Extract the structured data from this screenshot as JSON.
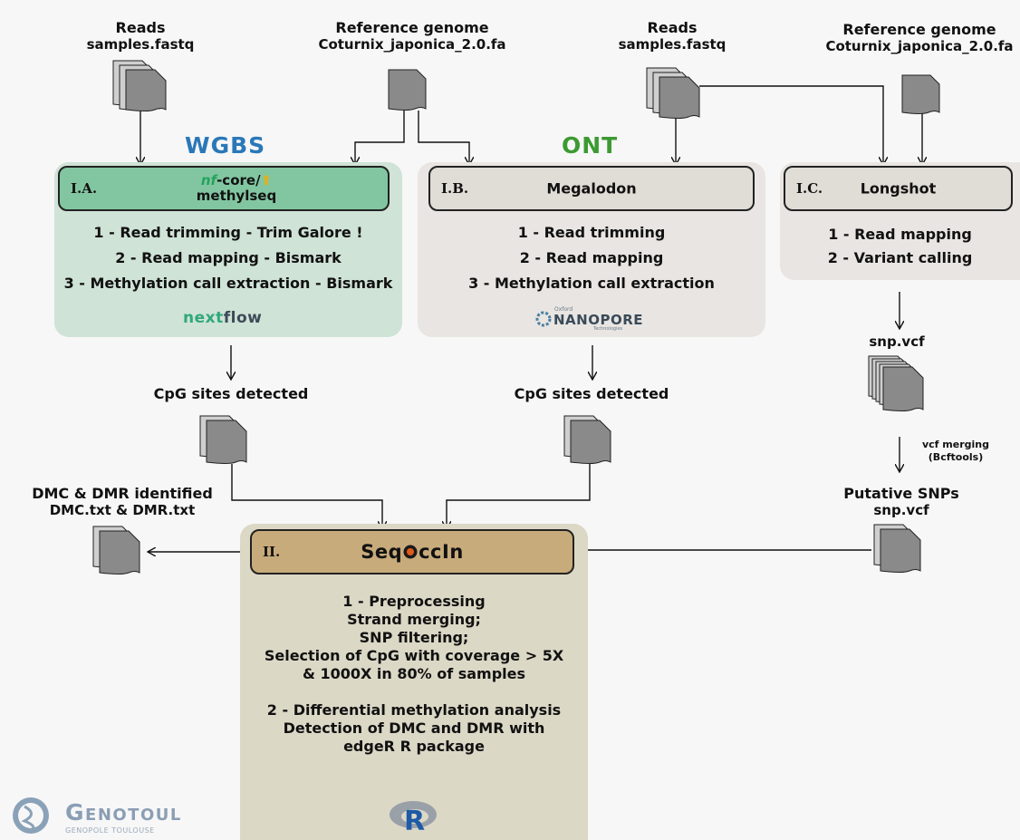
{
  "inputs": {
    "wgbs_reads": {
      "title": "Reads",
      "file": "samples.fastq"
    },
    "wgbs_ref": {
      "title": "Reference genome",
      "file": "Coturnix_japonica_2.0.fa"
    },
    "ont_reads": {
      "title": "Reads",
      "file": "samples.fastq"
    },
    "ont_ref": {
      "title": "Reference genome",
      "file": "Coturnix_japonica_2.0.fa"
    }
  },
  "methods": {
    "wgbs": "WGBS",
    "ont": "ONT"
  },
  "panels": {
    "ia": {
      "code": "I.A.",
      "tool_prefix": "nf",
      "tool_suffix": "-core/",
      "tool_line2": "methylseq",
      "steps": [
        "1 - Read trimming - Trim Galore !",
        "2 - Read mapping - Bismark",
        "3 - Methylation call extraction - Bismark"
      ],
      "logo_a": "next",
      "logo_b": "flow"
    },
    "ib": {
      "code": "I.B.",
      "tool": "Megalodon",
      "steps": [
        "1 - Read trimming",
        "2 - Read mapping",
        "3 - Methylation call extraction"
      ],
      "logo_small": "Oxford",
      "logo_main": "NANOPORE",
      "logo_sub": "Technologies"
    },
    "ic": {
      "code": "I.C.",
      "tool": "Longshot",
      "steps": [
        "1 - Read mapping",
        "2 - Variant calling"
      ]
    },
    "ii": {
      "code": "II.",
      "tool_a": "Seq",
      "tool_b": "ccIn",
      "block1": [
        "1 - Preprocessing",
        "Strand merging;",
        "SNP filtering;",
        "Selection of CpG with coverage > 5X",
        "& 1000X in 80% of samples"
      ],
      "block2": [
        "2 - Differential methylation analysis",
        "Detection of DMC and DMR with",
        "edgeR R package"
      ],
      "r_logo": "R"
    }
  },
  "outputs": {
    "cpg_wgbs": "CpG sites detected",
    "cpg_ont": "CpG sites detected",
    "snp_vcf": "snp.vcf",
    "vcf_merging": [
      "vcf merging",
      "(Bcftools)"
    ],
    "putative": {
      "title": "Putative SNPs",
      "file": "snp.vcf"
    },
    "dmc": {
      "title": "DMC & DMR identified",
      "file": "DMC.txt & DMR.txt"
    }
  },
  "footer": {
    "logo_main": "Genotoul",
    "logo_sub": "GENOPOLE TOULOUSE"
  },
  "colors": {
    "wgbs": "#2a78b8",
    "ont": "#3c9a32",
    "panel_green": "#cfe3d6",
    "header_green": "#82c6a1",
    "panel_grey": "#e8e5e2",
    "header_grey": "#e0dcd6",
    "panel_olive": "#dcd8c6",
    "header_olive": "#c8ab7b"
  }
}
